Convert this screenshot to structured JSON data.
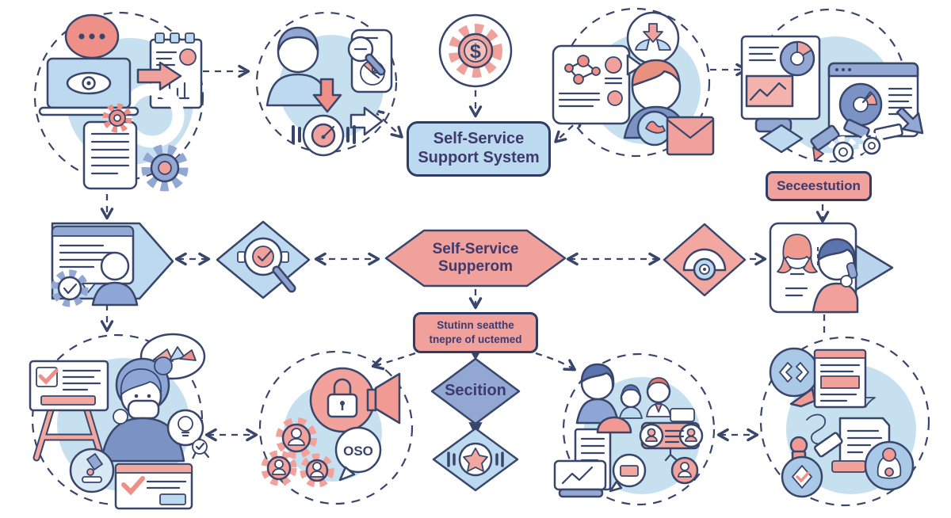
{
  "colors": {
    "outline": "#39466b",
    "text_dark": "#3f3a6d",
    "cluster_bg": "#c7e0ef",
    "box_fill": "#bcdaef",
    "hexagon_fill": "#f0a19b",
    "tag_fill": "#f0a19b",
    "note_fill": "#f0a19b",
    "decision_fill": "#93a7d3",
    "star_diamond_fill": "#bcd9ef",
    "gauge_diamond_fill": "#f2a8a1",
    "magnifier_diamond_fill": "#bcd9ef",
    "pink": "#f0a19b",
    "salmon": "#ee8f88",
    "mid_blue": "#93a7d3"
  },
  "flowchart": {
    "support_box": {
      "line1": "Self-Service",
      "line2": "Support System"
    },
    "hexagon": {
      "line1": "Self-Service",
      "line2": "Supperom"
    },
    "tag": {
      "label": "Seceestution"
    },
    "note": {
      "line1": "Stutinn seatthe",
      "line2": "tnepre of uctemed"
    },
    "decision": {
      "label": "Secition"
    },
    "dollar_gear": {
      "symbol": "$"
    },
    "oso_bubble": {
      "label": "OSO"
    }
  },
  "icons": {
    "dollar_gear": "gear with dollar sign in circle",
    "ellipsis_bubble": "speech bubble with three dots",
    "eye_laptop": "laptop with eye on screen",
    "magnifier_check": "magnifying glass with checkmark in diamond",
    "gauge": "semicircle gauge dial in diamond",
    "padlock_megaphone": "padlock circle with megaphone",
    "star_badge": "star in circle between pause bars",
    "envelope": "envelope",
    "target": "target with pointer",
    "lightbulb": "lightbulb in circle"
  }
}
